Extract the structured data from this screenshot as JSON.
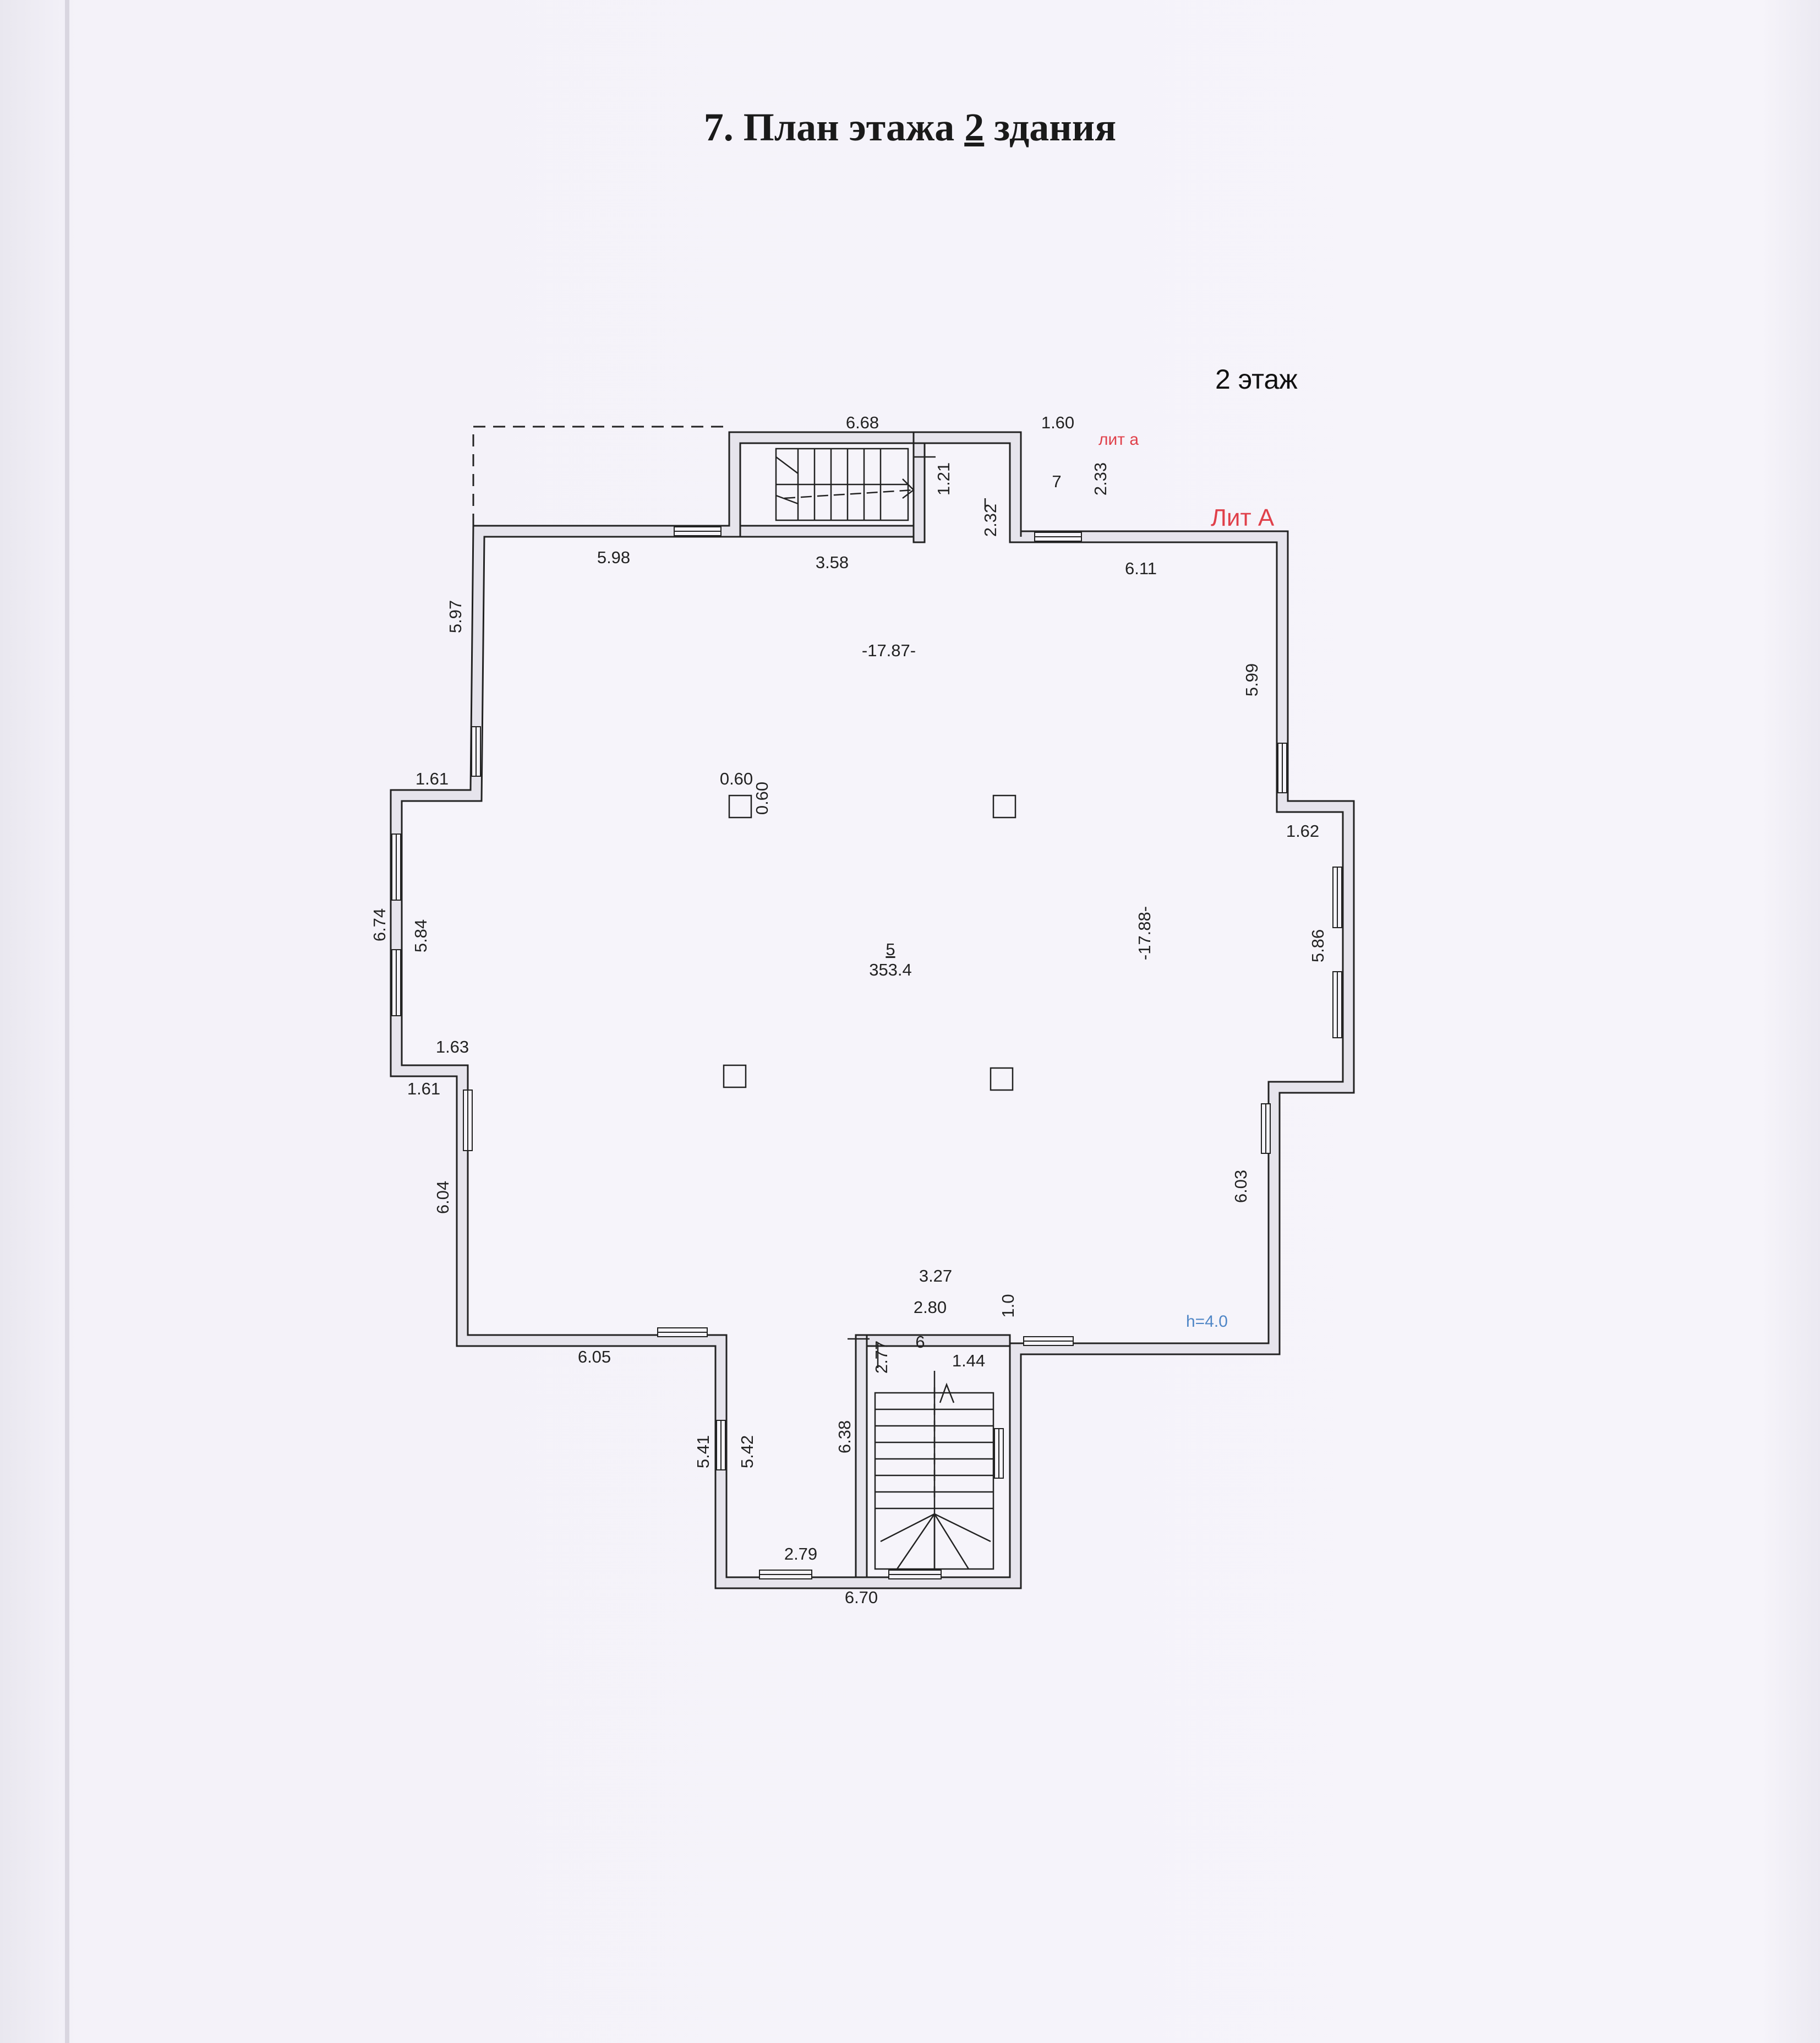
{
  "title": {
    "prefix": "7. План этажа ",
    "floor_number": "2",
    "suffix": "  здания"
  },
  "floor_label": "2 этаж",
  "letters": {
    "lit_a_small": "лит а",
    "lit_A": "Лит А"
  },
  "rooms": {
    "main": {
      "number": "5",
      "area": "353.4"
    },
    "stair_south": {
      "number": "6"
    },
    "stair_north": {
      "number": "7"
    }
  },
  "height_note": "h=4.0",
  "dimensions": {
    "north_top": "6.68",
    "north_small": "1.60",
    "stair_n_121": "1.21",
    "room7_233": "2.33",
    "room7_232": "2.32",
    "west_top": "5.98",
    "stair_n_358": "3.58",
    "east_top": "6.11",
    "inner_width": "-17.87-",
    "west_597": "5.97",
    "east_599": "5.99",
    "west_161a": "1.61",
    "col_060a": "0.60",
    "col_060b": "0.60",
    "east_162": "1.62",
    "west_674": "6.74",
    "west_584": "5.84",
    "inner_height": "-17.88-",
    "east_586": "5.86",
    "west_163": "1.63",
    "west_161b": "1.61",
    "west_604": "6.04",
    "east_603": "6.03",
    "stair_s_327": "3.27",
    "stair_s_280": "2.80",
    "stair_s_10": "1.0",
    "south_605": "6.05",
    "stair_s_277": "2.77",
    "stair_s_144": "1.44",
    "south_541": "5.41",
    "south_542": "5.42",
    "stair_s_638": "6.38",
    "south_279": "2.79",
    "south_670": "6.70"
  },
  "colors": {
    "ink": "#222222",
    "wall_fill": "#e6e4ec",
    "red_label": "#e0404a",
    "blue_note": "#4f86c6"
  }
}
